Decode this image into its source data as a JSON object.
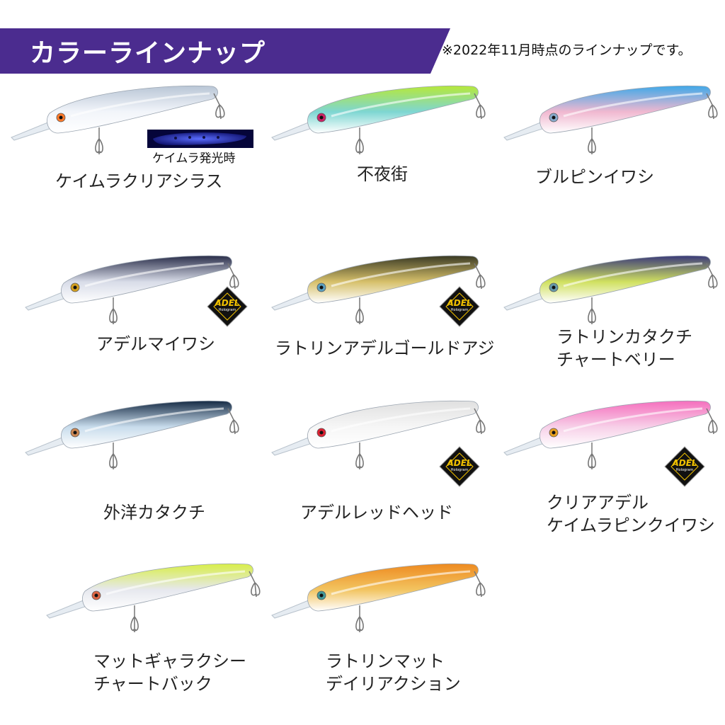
{
  "header": {
    "title": "カラーラインナップ",
    "note": "※2022年11月時点のラインナップです。",
    "banner_color": "#4b2c8f"
  },
  "glow": {
    "caption": "ケイムラ発光時",
    "color": "#2233dd"
  },
  "badge": {
    "logo": "ADEL",
    "subtext": "Hologram"
  },
  "colors": [
    {
      "name": [
        "ケイムラクリアシラス"
      ],
      "adel": false,
      "back": "#b9c6d6",
      "belly": "#f2f5fa",
      "eye": "#ff7a2a"
    },
    {
      "name": [
        "不夜街"
      ],
      "adel": false,
      "back": "#b6e83a",
      "belly": "#7ed6d2",
      "eye": "#cc2266"
    },
    {
      "name": [
        "ブルピンイワシ"
      ],
      "adel": false,
      "back": "#3fa8e8",
      "belly": "#f0b8d0",
      "eye": "#88aacc"
    },
    {
      "name": [
        "アデルマイワシ"
      ],
      "adel": true,
      "back": "#2a2e4a",
      "belly": "#d8dce8",
      "eye": "#d4a020"
    },
    {
      "name": [
        "ラトリンアデルゴールドアジ"
      ],
      "adel": true,
      "back": "#3a3a24",
      "belly": "#d6c06a",
      "eye": "#5aa0c0"
    },
    {
      "name": [
        "ラトリンカタクチ",
        "チャートベリー"
      ],
      "adel": false,
      "back": "#3a3a7a",
      "belly": "#d0e060",
      "eye": "#6699aa"
    },
    {
      "name": [
        "外洋カタクチ"
      ],
      "adel": false,
      "back": "#152a44",
      "belly": "#c8dcec",
      "eye": "#cc8855"
    },
    {
      "name": [
        "アデルレッドヘッド"
      ],
      "adel": true,
      "back": "#e0e0e0",
      "belly": "#f6f6f6",
      "eye": "#dd2233"
    },
    {
      "name": [
        "クリアアデル",
        "ケイムラピンクイワシ"
      ],
      "adel": true,
      "back": "#f56fbd",
      "belly": "#f7d0e8",
      "eye": "#e8a020"
    },
    {
      "name": [
        "マットギャラクシー",
        "チャートバック"
      ],
      "adel": false,
      "back": "#d8ee48",
      "belly": "#e6e8ee",
      "eye": "#dd6644"
    },
    {
      "name": [
        "ラトリンマット",
        "デイリアクション"
      ],
      "adel": false,
      "back": "#ee8a20",
      "belly": "#f2c460",
      "eye": "#449999"
    }
  ]
}
